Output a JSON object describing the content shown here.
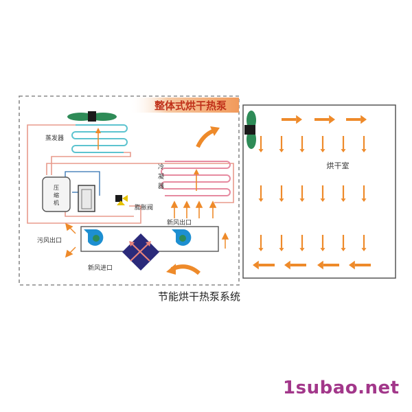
{
  "diagram": {
    "title": "整体式烘干热泵",
    "caption": "节能烘干热泵系统",
    "labels": {
      "evaporator": "蒸发器",
      "condenser_1": "冷",
      "condenser_2": "凝",
      "condenser_3": "器",
      "compressor_1": "压",
      "compressor_2": "缩",
      "compressor_3": "机",
      "expansion_valve": "膨胀阀",
      "fresh_air_outlet": "新风出口",
      "exhaust_outlet": "污风出口",
      "fresh_air_inlet": "新风进口",
      "drying_room": "烘干室"
    }
  },
  "colors": {
    "pipe_red": "#e89a8c",
    "coil_cyan": "#5cc3cf",
    "coil_pink": "#e68aa0",
    "arrow_orange": "#ee8a2a",
    "fan_green": "#2e8b57",
    "hx_navy": "#2b2a7a",
    "title_banner": "#f3b07a"
  },
  "watermark": "1subao.net"
}
